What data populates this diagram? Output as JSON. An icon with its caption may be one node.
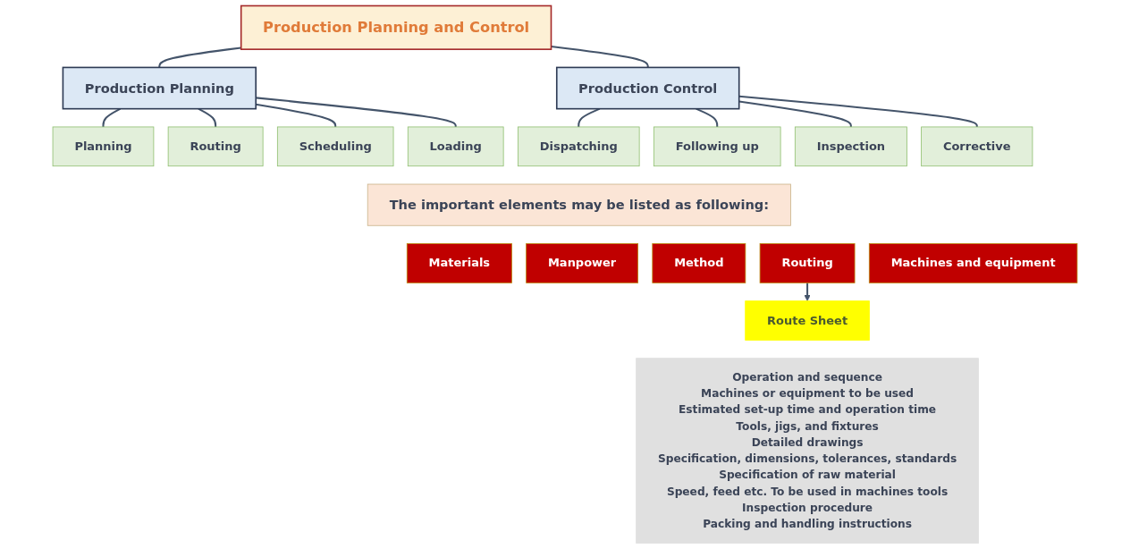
{
  "diagram": {
    "nodes": [
      {
        "text": [
          "Production Planning and Control"
        ]
      },
      {
        "text": [
          "Production Planning"
        ]
      },
      {
        "text": [
          "Production Control"
        ]
      },
      {
        "text": [
          "Planning"
        ]
      },
      {
        "text": [
          "Routing"
        ]
      },
      {
        "text": [
          "Scheduling"
        ]
      },
      {
        "text": [
          "Loading"
        ]
      },
      {
        "text": [
          "Dispatching"
        ]
      },
      {
        "text": [
          "Following up"
        ]
      },
      {
        "text": [
          "Inspection"
        ]
      },
      {
        "text": [
          "Corrective"
        ]
      },
      {
        "text": [
          "The important elements may be listed as following:"
        ]
      },
      {
        "text": [
          "Materials"
        ]
      },
      {
        "text": [
          "Manpower"
        ]
      },
      {
        "text": [
          "Method"
        ]
      },
      {
        "text": [
          "Routing"
        ]
      },
      {
        "text": [
          "Machines and equipment"
        ]
      },
      {
        "text": [
          "Route Sheet"
        ]
      },
      {
        "text": [
          "Operation and sequence",
          "Machines or equipment to be used",
          "Estimated set-up time and operation time",
          "Tools, jigs, and fixtures",
          "Detailed drawings",
          "Specification, dimensions, tolerances, standards",
          "Specification of raw material",
          "Speed, feed etc. To be used in machines tools",
          "Inspection procedure",
          "Packing and handling instructions"
        ]
      }
    ],
    "edges": [
      {
        "from": 0,
        "to": 1,
        "arrow": "none"
      },
      {
        "from": 0,
        "to": 2,
        "arrow": "none"
      },
      {
        "from": 1,
        "to": 3,
        "arrow": "none"
      },
      {
        "from": 1,
        "to": 4,
        "arrow": "none"
      },
      {
        "from": 1,
        "to": 5,
        "arrow": "none"
      },
      {
        "from": 1,
        "to": 6,
        "arrow": "none"
      },
      {
        "from": 2,
        "to": 7,
        "arrow": "none"
      },
      {
        "from": 2,
        "to": 8,
        "arrow": "none"
      },
      {
        "from": 2,
        "to": 9,
        "arrow": "none"
      },
      {
        "from": 2,
        "to": 10,
        "arrow": "none"
      },
      {
        "from": 15,
        "to": 17,
        "arrow": "to"
      }
    ]
  }
}
